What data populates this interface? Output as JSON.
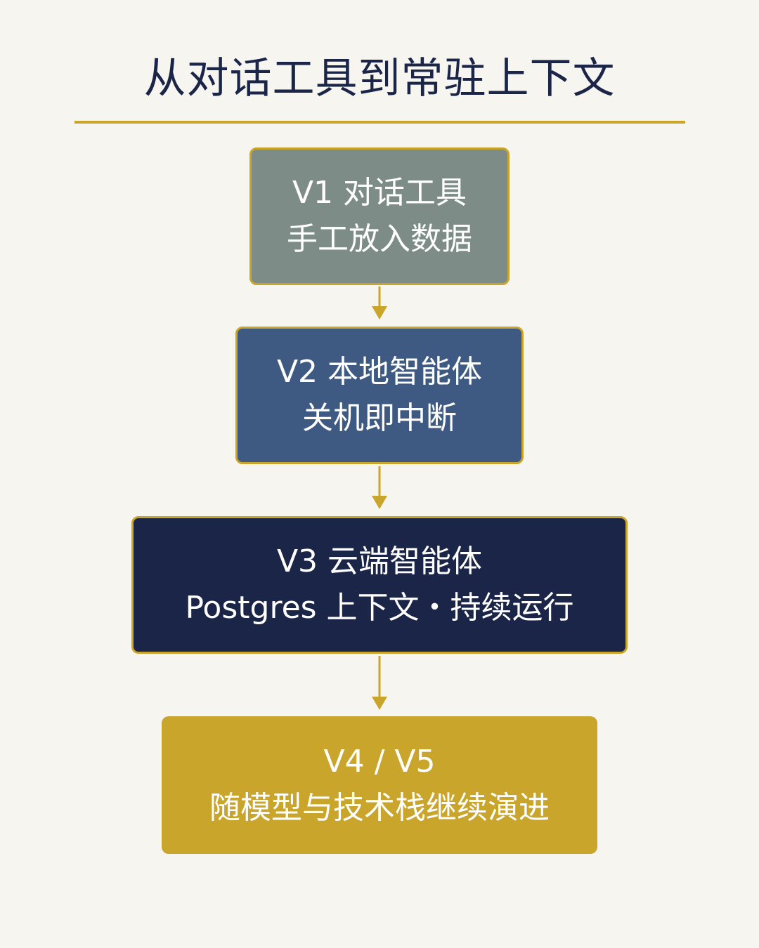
{
  "title": "从对话工具到常驻上下文",
  "colors": {
    "background": "#f6f5f0",
    "accent_gold": "#c9a52b",
    "title_navy": "#1b2548",
    "v1_gray": "#7e8c88",
    "v2_blue": "#3e5a82",
    "v3_navy": "#1b2548",
    "v4_gold": "#c9a52b"
  },
  "stages": [
    {
      "line1": "V1 对话工具",
      "line2": "手工放入数据"
    },
    {
      "line1": "V2 本地智能体",
      "line2": "关机即中断"
    },
    {
      "line1": "V3 云端智能体",
      "line2": "Postgres 上下文・持续运行"
    },
    {
      "line1": "V4 / V5",
      "line2": "随模型与技术栈继续演进"
    }
  ],
  "connectors": [
    {
      "from": "V1",
      "to": "V2",
      "icon": "arrow-down-icon"
    },
    {
      "from": "V2",
      "to": "V3",
      "icon": "arrow-down-icon"
    },
    {
      "from": "V3",
      "to": "V4 / V5",
      "icon": "arrow-down-icon"
    }
  ]
}
